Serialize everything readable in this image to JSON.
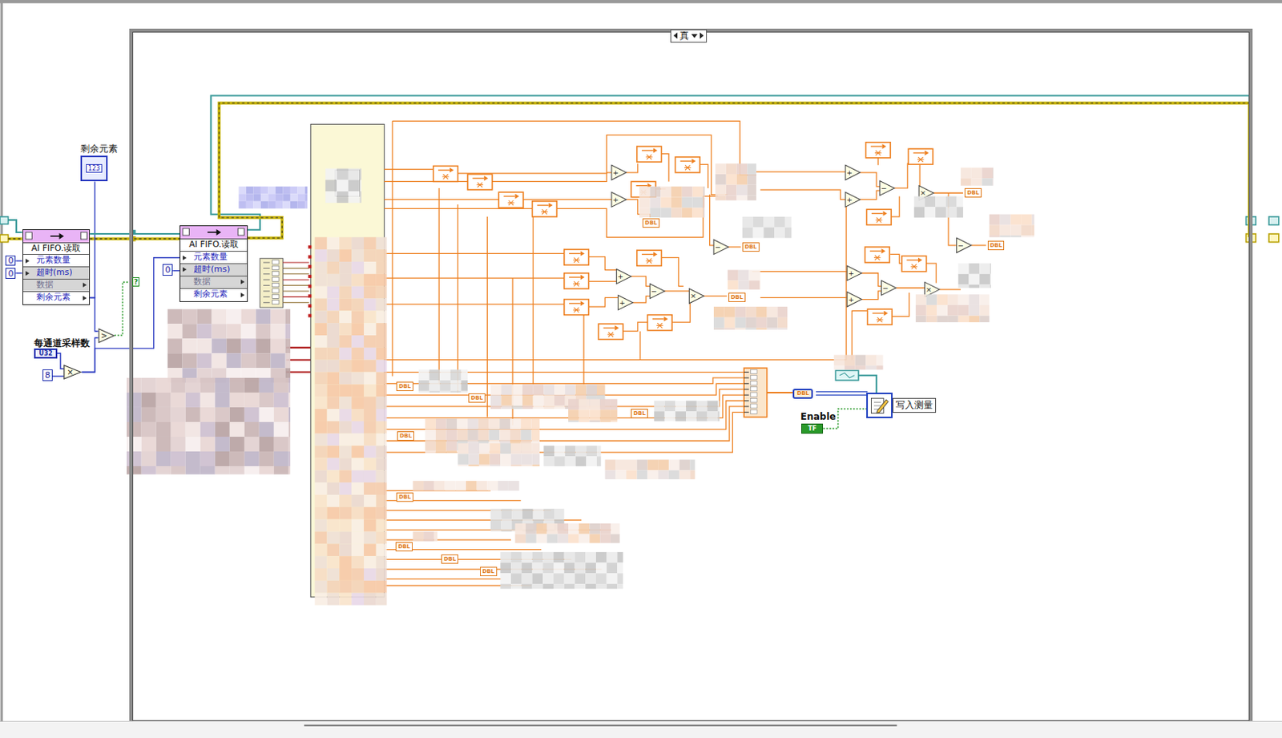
{
  "diagram": {
    "nodes": [
      {
        "text": [
          "剩余元素",
          "123"
        ]
      },
      {
        "text": [
          "AI FIFO.读取",
          "元素数量",
          "超时(ms)",
          "数据",
          "剩余元素"
        ]
      },
      {
        "text": [
          "0"
        ]
      },
      {
        "text": [
          "0"
        ]
      },
      {
        "text": [
          "每通道采样数",
          "U32"
        ]
      },
      {
        "text": [
          "8"
        ]
      },
      {
        "text": [
          "×"
        ]
      },
      {
        "text": [
          ">"
        ]
      },
      {
        "text": [
          "真"
        ]
      },
      {
        "text": [
          "AI FIFO.读取",
          "元素数量",
          "超时(ms)",
          "数据",
          "剩余元素"
        ],
        "in": 8
      },
      {
        "text": [
          "0"
        ],
        "in": 8
      },
      {
        "text": [
          "写入测量"
        ],
        "in": 8
      },
      {
        "text": [
          "Enable",
          "TF"
        ],
        "in": 8
      }
    ],
    "edges": [
      {
        "from": 1,
        "to": 0,
        "arrow": "none"
      },
      {
        "from": 1,
        "to": 7,
        "arrow": "none"
      },
      {
        "from": 2,
        "to": 1,
        "arrow": "none"
      },
      {
        "from": 3,
        "to": 1,
        "arrow": "none"
      },
      {
        "from": 4,
        "to": 6,
        "arrow": "none"
      },
      {
        "from": 5,
        "to": 6,
        "arrow": "none"
      },
      {
        "from": 6,
        "to": 9,
        "arrow": "none"
      },
      {
        "from": 6,
        "to": 7,
        "arrow": "none"
      },
      {
        "from": 7,
        "to": 8,
        "arrow": "none"
      },
      {
        "from": 10,
        "to": 9,
        "arrow": "none"
      },
      {
        "from": 1,
        "to": 9,
        "arrow": "none"
      },
      {
        "from": 12,
        "to": 11,
        "arrow": "none"
      }
    ],
    "labels": [
      "?",
      "+",
      "+",
      "−",
      "+",
      "+",
      "−",
      "×",
      "−",
      "+",
      "+",
      "−",
      "×",
      "+",
      "+",
      "−",
      "×",
      "DBL",
      "DBL",
      "DBL",
      "DBL",
      "DBL",
      "DBL",
      "DBL",
      "DBL",
      "DBL",
      "DBL",
      "DBL",
      "DBL",
      "DBL",
      "DBL"
    ]
  }
}
